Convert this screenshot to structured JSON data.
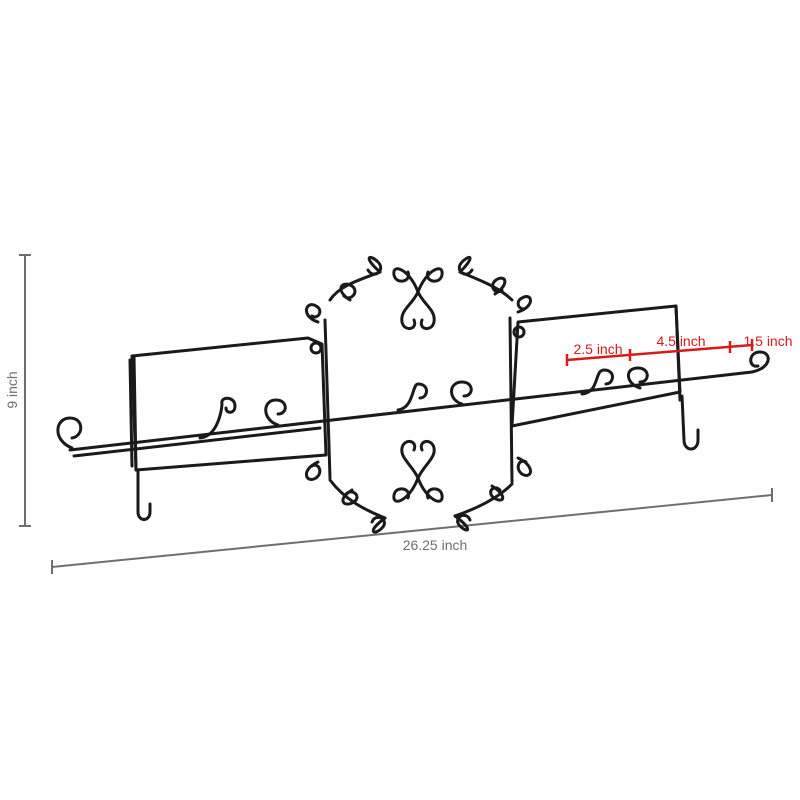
{
  "dimensions": {
    "height_label": "9 inch",
    "width_label": "26.25 inch",
    "hook_spacing_labels": [
      "2.5 inch",
      "4.5 inch",
      "1.5 inch"
    ]
  },
  "colors": {
    "metal": "#1a1a1a",
    "dimension_line": "#6f6f6f",
    "highlight": "#d81a1a"
  }
}
